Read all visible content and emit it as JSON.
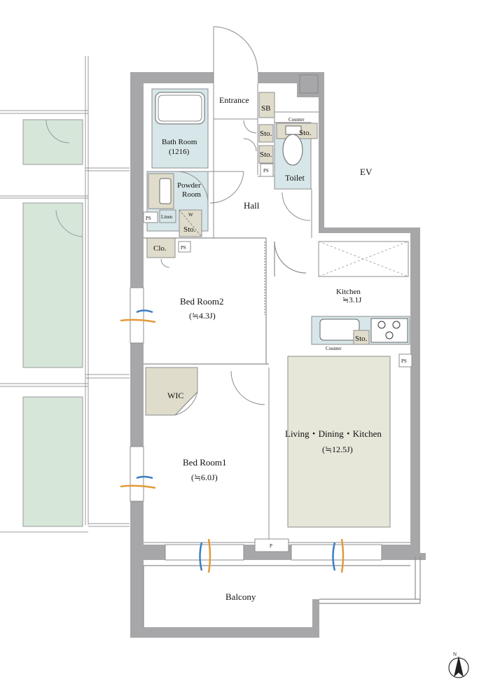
{
  "rooms": {
    "entrance": "Entrance",
    "sb": "SB",
    "counter_top": "Counter",
    "sto_toilet": "Sto.",
    "sto1": "Sto.",
    "sto2": "Sto.",
    "ps_hall": "PS",
    "toilet": "Toilet",
    "ev": "EV",
    "bath_name": "Bath Room",
    "bath_size": "(1216)",
    "powder_line1": "Powder",
    "powder_line2": "Room",
    "ps_powder": "PS",
    "linen": "Linen",
    "w": "W",
    "sto_powder": "Sto.",
    "hall": "Hall",
    "clo": "Clo.",
    "ps_clo": "PS",
    "kitchen_name": "Kitchen",
    "kitchen_size": "≒3.1J",
    "sto_kitchen": "Sto.",
    "counter_kitchen": "Counter",
    "ps_kitchen": "PS",
    "bed2_name": "Bed Room2",
    "bed2_size": "(≒4.3J)",
    "wic": "WIC",
    "ldk_name": "Living・Dining・Kitchen",
    "ldk_size": "(≒12.5J)",
    "bed1_name": "Bed Room1",
    "bed1_size": "(≒6.0J)",
    "p": "P",
    "balcony": "Balcony",
    "north": "N"
  },
  "colors": {
    "wall": "#a7a7a9",
    "line": "#8d8d8f",
    "wet_area": "#d7e6e8",
    "storage": "#e0dccb",
    "ldk_floor": "#e6e6d9",
    "neighbor_green": "#d6e6d9",
    "vent_blue": "#3b7fc4",
    "vent_orange": "#e39a3a"
  }
}
